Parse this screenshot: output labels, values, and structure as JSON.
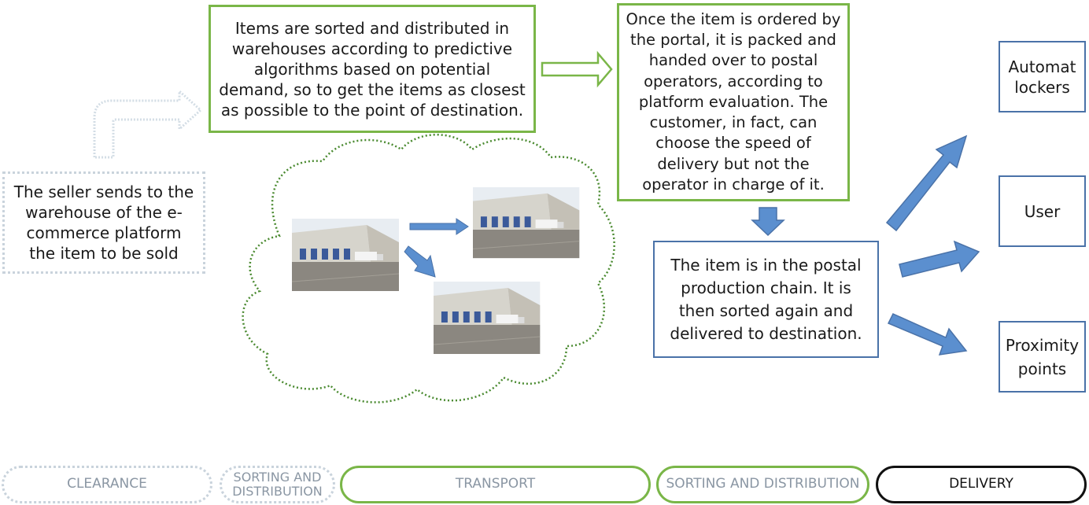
{
  "seller_box": {
    "text": "The seller sends to the warehouse of the e-commerce platform the item to be sold"
  },
  "sorting_box": {
    "text": "Items are sorted and distributed in warehouses according to predictive algorithms based on potential demand, so to get the items as closest as possible to the point of destination."
  },
  "order_box": {
    "text": "Once the item is ordered by the portal, it is packed and handed over to postal operators, according to platform evaluation. The customer, in fact, can choose the speed of delivery but not the operator in charge of it."
  },
  "postal_box": {
    "text": "The item is in the postal production chain. It is then sorted again and delivered to destination."
  },
  "destinations": {
    "lockers": "Automat lockers",
    "user": "User",
    "proximity": "Proximity points"
  },
  "stages": {
    "clearance": "CLEARANCE",
    "sorting1": "SORTING AND DISTRIBUTION",
    "transport": "TRANSPORT",
    "sorting2": "SORTING AND DISTRIBUTION",
    "delivery": "DELIVERY"
  },
  "colors": {
    "green": "#7ab648",
    "blue": "#4a72a8",
    "arrow_blue": "#5b8fcf",
    "light_gray": "#c9d3dc"
  }
}
